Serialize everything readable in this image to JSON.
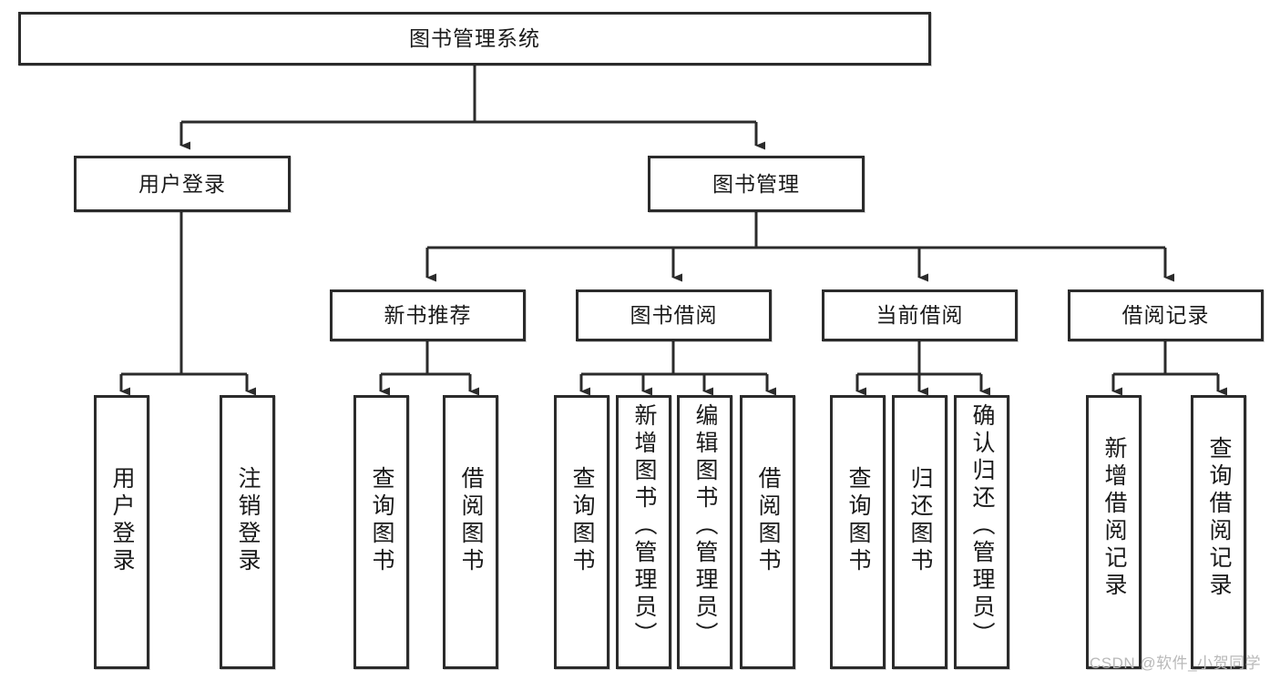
{
  "diagram": {
    "title": "图书管理系统",
    "type": "tree-hierarchy",
    "watermark": "CSDN @软件_小贺同学",
    "colors": {
      "box_border": "#2b2b2b",
      "box_fill": "#ffffff",
      "edge": "#2b2b2b",
      "text": "#1a1a1a",
      "watermark": "#b9b9b9"
    },
    "nodes": {
      "root": {
        "label": "图书管理系统"
      },
      "level2": [
        {
          "id": "user-login",
          "label": "用户登录"
        },
        {
          "id": "book-manage",
          "label": "图书管理"
        }
      ],
      "level3": [
        {
          "id": "new-book-recommend",
          "label": "新书推荐"
        },
        {
          "id": "book-borrow",
          "label": "图书借阅"
        },
        {
          "id": "current-borrow",
          "label": "当前借阅"
        },
        {
          "id": "borrow-record",
          "label": "借阅记录"
        }
      ],
      "leaves": {
        "user_login": [
          {
            "id": "leaf-user-login",
            "label": "用户登录"
          },
          {
            "id": "leaf-logout-login",
            "label": "注销登录"
          }
        ],
        "new_book_recommend": [
          {
            "id": "leaf-query-book-1",
            "label": "查询图书"
          },
          {
            "id": "leaf-borrow-book-1",
            "label": "借阅图书"
          }
        ],
        "book_borrow": [
          {
            "id": "leaf-query-book-2",
            "label": "查询图书"
          },
          {
            "id": "leaf-add-book-admin",
            "label": "新增图书（管理员）"
          },
          {
            "id": "leaf-edit-book-admin",
            "label": "编辑图书（管理员）"
          },
          {
            "id": "leaf-borrow-book-2",
            "label": "借阅图书"
          }
        ],
        "current_borrow": [
          {
            "id": "leaf-query-book-3",
            "label": "查询图书"
          },
          {
            "id": "leaf-return-book",
            "label": "归还图书"
          },
          {
            "id": "leaf-confirm-return-admin",
            "label": "确认归还（管理员）"
          }
        ],
        "borrow_record": [
          {
            "id": "leaf-add-borrow-record",
            "label": "新增借阅记录"
          },
          {
            "id": "leaf-query-borrow-record",
            "label": "查询借阅记录"
          }
        ]
      }
    }
  }
}
